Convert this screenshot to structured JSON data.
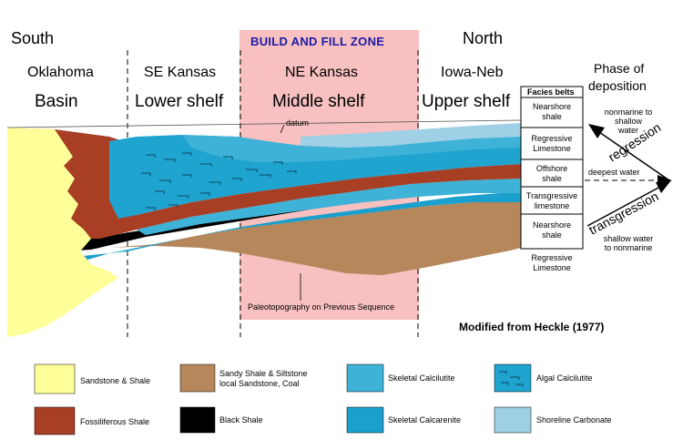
{
  "regions": [
    {
      "top": "South",
      "middle": "Oklahoma",
      "bottom": "Basin"
    },
    {
      "top": "",
      "middle": "SE Kansas",
      "bottom": "Lower shelf"
    },
    {
      "top": "",
      "middle": "NE Kansas",
      "bottom": "Middle shelf"
    },
    {
      "top": "North",
      "middle": "Iowa-Neb",
      "bottom": "Upper shelf"
    }
  ],
  "zone_title": "BUILD AND FILL ZONE",
  "datum_label": "datum",
  "paleotopography_label": "Paleotopography on Previous Sequence",
  "facies_belts": {
    "header": "Facies belts",
    "items": [
      "Nearshore shale",
      "Regressive Limestone",
      "Offshore shale",
      "Transgressive limestone",
      "Nearshore shale",
      "Regressive Limestone"
    ]
  },
  "phase": {
    "title_line1": "Phase of",
    "title_line2": "deposition",
    "nonmarine_to_shallow": "nonmarine to shallow water",
    "regression": "regression",
    "deepest_water": "deepest water",
    "transgression": "transgression",
    "shallow_to_nonmarine": "shallow water to nonmarine"
  },
  "credit": "Modified  from  Heckle  (1977)",
  "legend": [
    {
      "label": "Sandstone & Shale",
      "color": "#ffff99"
    },
    {
      "label": "Sandy Shale & Siltstone local Sandstone, Coal",
      "color": "#b5875a"
    },
    {
      "label": "Skeletal Calcilutite",
      "color": "#3fb2d8"
    },
    {
      "label": "Algal Calcilutite",
      "color": "#1fa3cf"
    },
    {
      "label": "Fossiliferous Shale",
      "color": "#a83e24"
    },
    {
      "label": "Black Shale",
      "color": "#000000"
    },
    {
      "label": "Skeletal Calcarenite",
      "color": "#1b9fcc"
    },
    {
      "label": "Shoreline Carbonate",
      "color": "#9fd0e6"
    }
  ],
  "colors": {
    "zone_fill": "#f8c0c0",
    "zone_title": "#1a1aa8"
  }
}
